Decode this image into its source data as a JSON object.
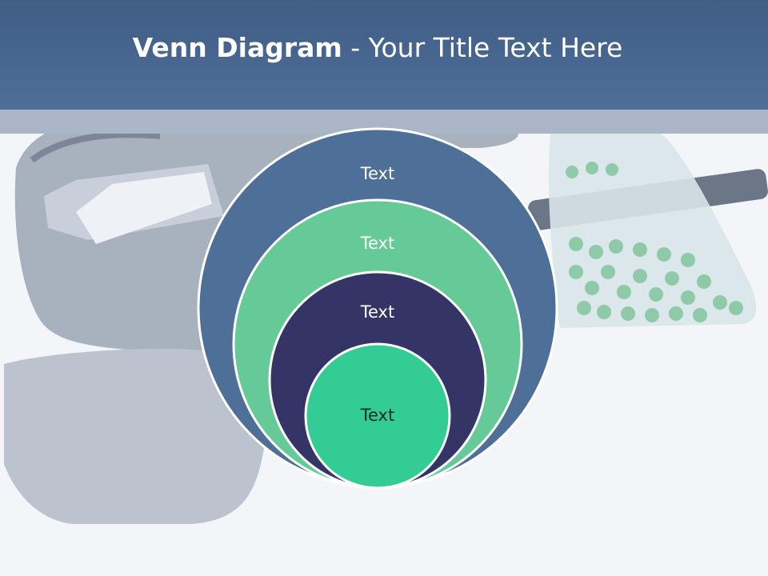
{
  "slide": {
    "title_bold": "Venn Diagram",
    "title_rest": " - Your Title Text Here"
  },
  "colors": {
    "header": "#4a6891",
    "outer_ring": "#4e6f98",
    "second_ring": "#66ca98",
    "third_ring": "#343466",
    "center": "#33cc95"
  },
  "background_photo": {
    "icons": [
      "paintball-mask-icon",
      "paintball-bag-icon",
      "paintball-marker-icon"
    ]
  },
  "venn": {
    "rings": [
      {
        "label": "Text"
      },
      {
        "label": "Text"
      },
      {
        "label": "Text"
      },
      {
        "label": "Text"
      }
    ]
  }
}
